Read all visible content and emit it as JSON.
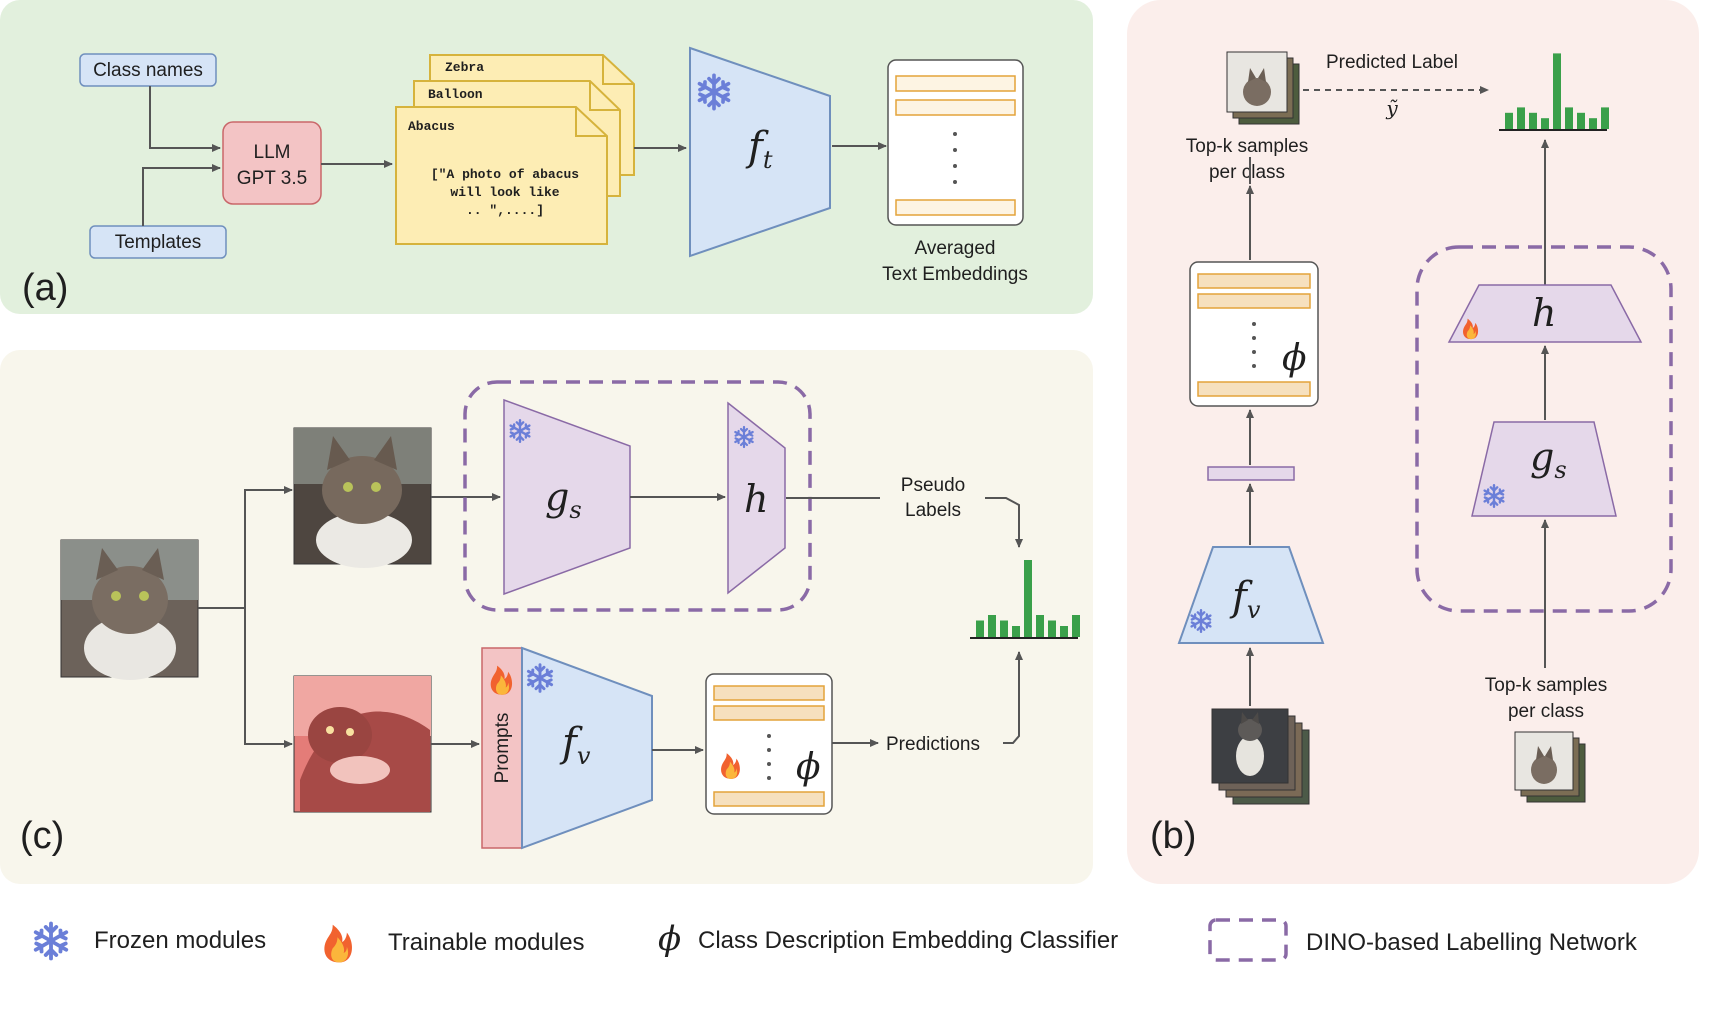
{
  "panel_a": {
    "label": "(a)",
    "inputs": {
      "class_names": "Class names",
      "templates": "Templates"
    },
    "llm": {
      "line1": "LLM",
      "line2": "GPT 3.5"
    },
    "docs": [
      "Zebra",
      "Balloon",
      "Abacus"
    ],
    "prompt_text": [
      "[\"A photo of abacus",
      "will look like",
      ".. \",....]"
    ],
    "encoder": {
      "symbol": "f",
      "sub": "t"
    },
    "output_caption": [
      "Averaged",
      "Text Embeddings"
    ]
  },
  "panel_b": {
    "label": "(b)",
    "top_samples_left": [
      "Top-k samples",
      "per class"
    ],
    "predicted_label": "Predicted Label",
    "y_tilde": "ỹ",
    "phi": "ϕ",
    "encoder_v": {
      "symbol": "f",
      "sub": "v"
    },
    "h": "h",
    "g": {
      "symbol": "g",
      "sub": "s"
    },
    "top_samples_right": [
      "Top-k samples",
      "per class"
    ]
  },
  "panel_c": {
    "label": "(c)",
    "g": {
      "symbol": "g",
      "sub": "s"
    },
    "h": "h",
    "pseudo_labels": [
      "Pseudo",
      "Labels"
    ],
    "prompts": "Prompts",
    "encoder_v": {
      "symbol": "f",
      "sub": "v"
    },
    "phi": "ϕ",
    "predictions": "Predictions"
  },
  "legend": {
    "frozen": "Frozen modules",
    "trainable": "Trainable modules",
    "phi_symbol": "ϕ",
    "classifier": "Class Description Embedding Classifier",
    "dino": "DINO-based Labelling Network"
  },
  "colors": {
    "panel_a_bg": "#e2f0dd",
    "panel_b_bg": "#fbeeeb",
    "panel_c_bg": "#f8f6ec",
    "encoder_blue": "#d6e4f6",
    "purple": "#e5d8ea",
    "purple_stroke": "#8a6aa6",
    "llm_red": "#f3c4c5",
    "doc_yellow": "#fdedb4",
    "orange_bar": "#f6e0be",
    "green_bar": "#3aa04a",
    "snow": "#6b7fd8"
  },
  "chart_data": {
    "type": "bar",
    "histogram_c": [
      3,
      4,
      3,
      2,
      14,
      4,
      3,
      2,
      4
    ],
    "histogram_b": [
      3,
      4,
      3,
      2,
      14,
      4,
      3,
      2,
      4
    ]
  }
}
